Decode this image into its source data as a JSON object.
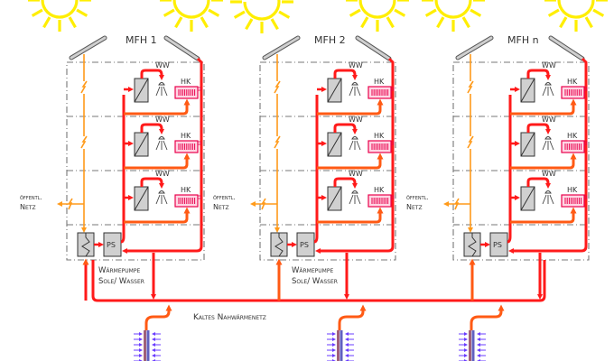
{
  "diagram": {
    "network_label": "Kaltes Nahwärmenetz",
    "colors": {
      "sun": "#ffee00",
      "hot_pipe": "#ff1a1a",
      "warm_pipe": "#ff5a14",
      "electric": "#ff9a1a",
      "frame": "#777777",
      "device_fill": "#d0d0d0",
      "radiator": "#e8004c",
      "probe_arrows": "#6a3cff"
    },
    "buildings": [
      {
        "name": "MFH 1",
        "public_grid_label_1": "öffentl.",
        "public_grid_label_2": "Netz",
        "heatpump_label_1": "Wärmepumpe",
        "heatpump_label_2": "Sole/ Wasser",
        "storage_label": "PS",
        "floors": [
          {
            "ww": "WW",
            "hk": "HK"
          },
          {
            "ww": "WW",
            "hk": "HK"
          },
          {
            "ww": "WW",
            "hk": "HK"
          }
        ]
      },
      {
        "name": "MFH 2",
        "public_grid_label_1": "öffentl.",
        "public_grid_label_2": "Netz",
        "heatpump_label_1": "Wärmepumpe",
        "heatpump_label_2": "Sole/ Wasser",
        "storage_label": "PS",
        "floors": [
          {
            "ww": "WW",
            "hk": "HK"
          },
          {
            "ww": "WW",
            "hk": "HK"
          },
          {
            "ww": "WW",
            "hk": "HK"
          }
        ]
      },
      {
        "name": "MFH n",
        "public_grid_label_1": "öffentl.",
        "public_grid_label_2": "Netz",
        "heatpump_label_1": "",
        "heatpump_label_2": "",
        "storage_label": "PS",
        "floors": [
          {
            "ww": "WW",
            "hk": "HK"
          },
          {
            "ww": "WW",
            "hk": "HK"
          },
          {
            "ww": "WW",
            "hk": "HK"
          }
        ]
      }
    ]
  }
}
